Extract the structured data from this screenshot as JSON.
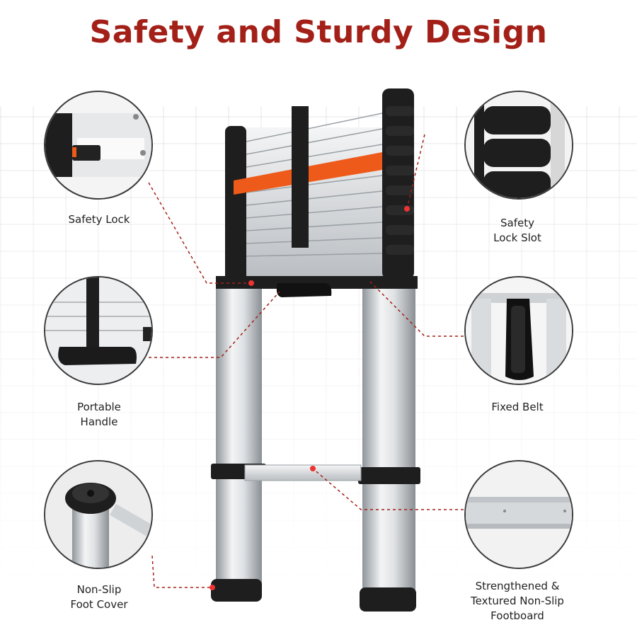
{
  "title": "Safety and Sturdy Design",
  "colors": {
    "title": "#a32018",
    "accent": "#ee5a1a",
    "ladder_black": "#1e1e1e",
    "aluminum": "#d9dcdf"
  },
  "features": [
    {
      "label": "Safety Lock",
      "icon": "safety-lock-icon"
    },
    {
      "label": "Safety Lock Slot",
      "icon": "lock-slot-icon"
    },
    {
      "label": "Portable Handle",
      "icon": "handle-icon"
    },
    {
      "label": "Fixed Belt",
      "icon": "belt-icon"
    },
    {
      "label": "Non-Slip Foot Cover",
      "icon": "foot-cover-icon"
    },
    {
      "label": "Strengthened & Textured Non-Slip Footboard",
      "icon": "footboard-icon"
    }
  ],
  "labels": {
    "safety_lock": "Safety Lock",
    "lock_slot_1": "Safety",
    "lock_slot_2": "Lock Slot",
    "handle_1": "Portable",
    "handle_2": "Handle",
    "belt": "Fixed Belt",
    "foot_1": "Non-Slip",
    "foot_2": "Foot Cover",
    "board_1": "Strengthened &",
    "board_2": "Textured Non-Slip",
    "board_3": "Footboard"
  }
}
